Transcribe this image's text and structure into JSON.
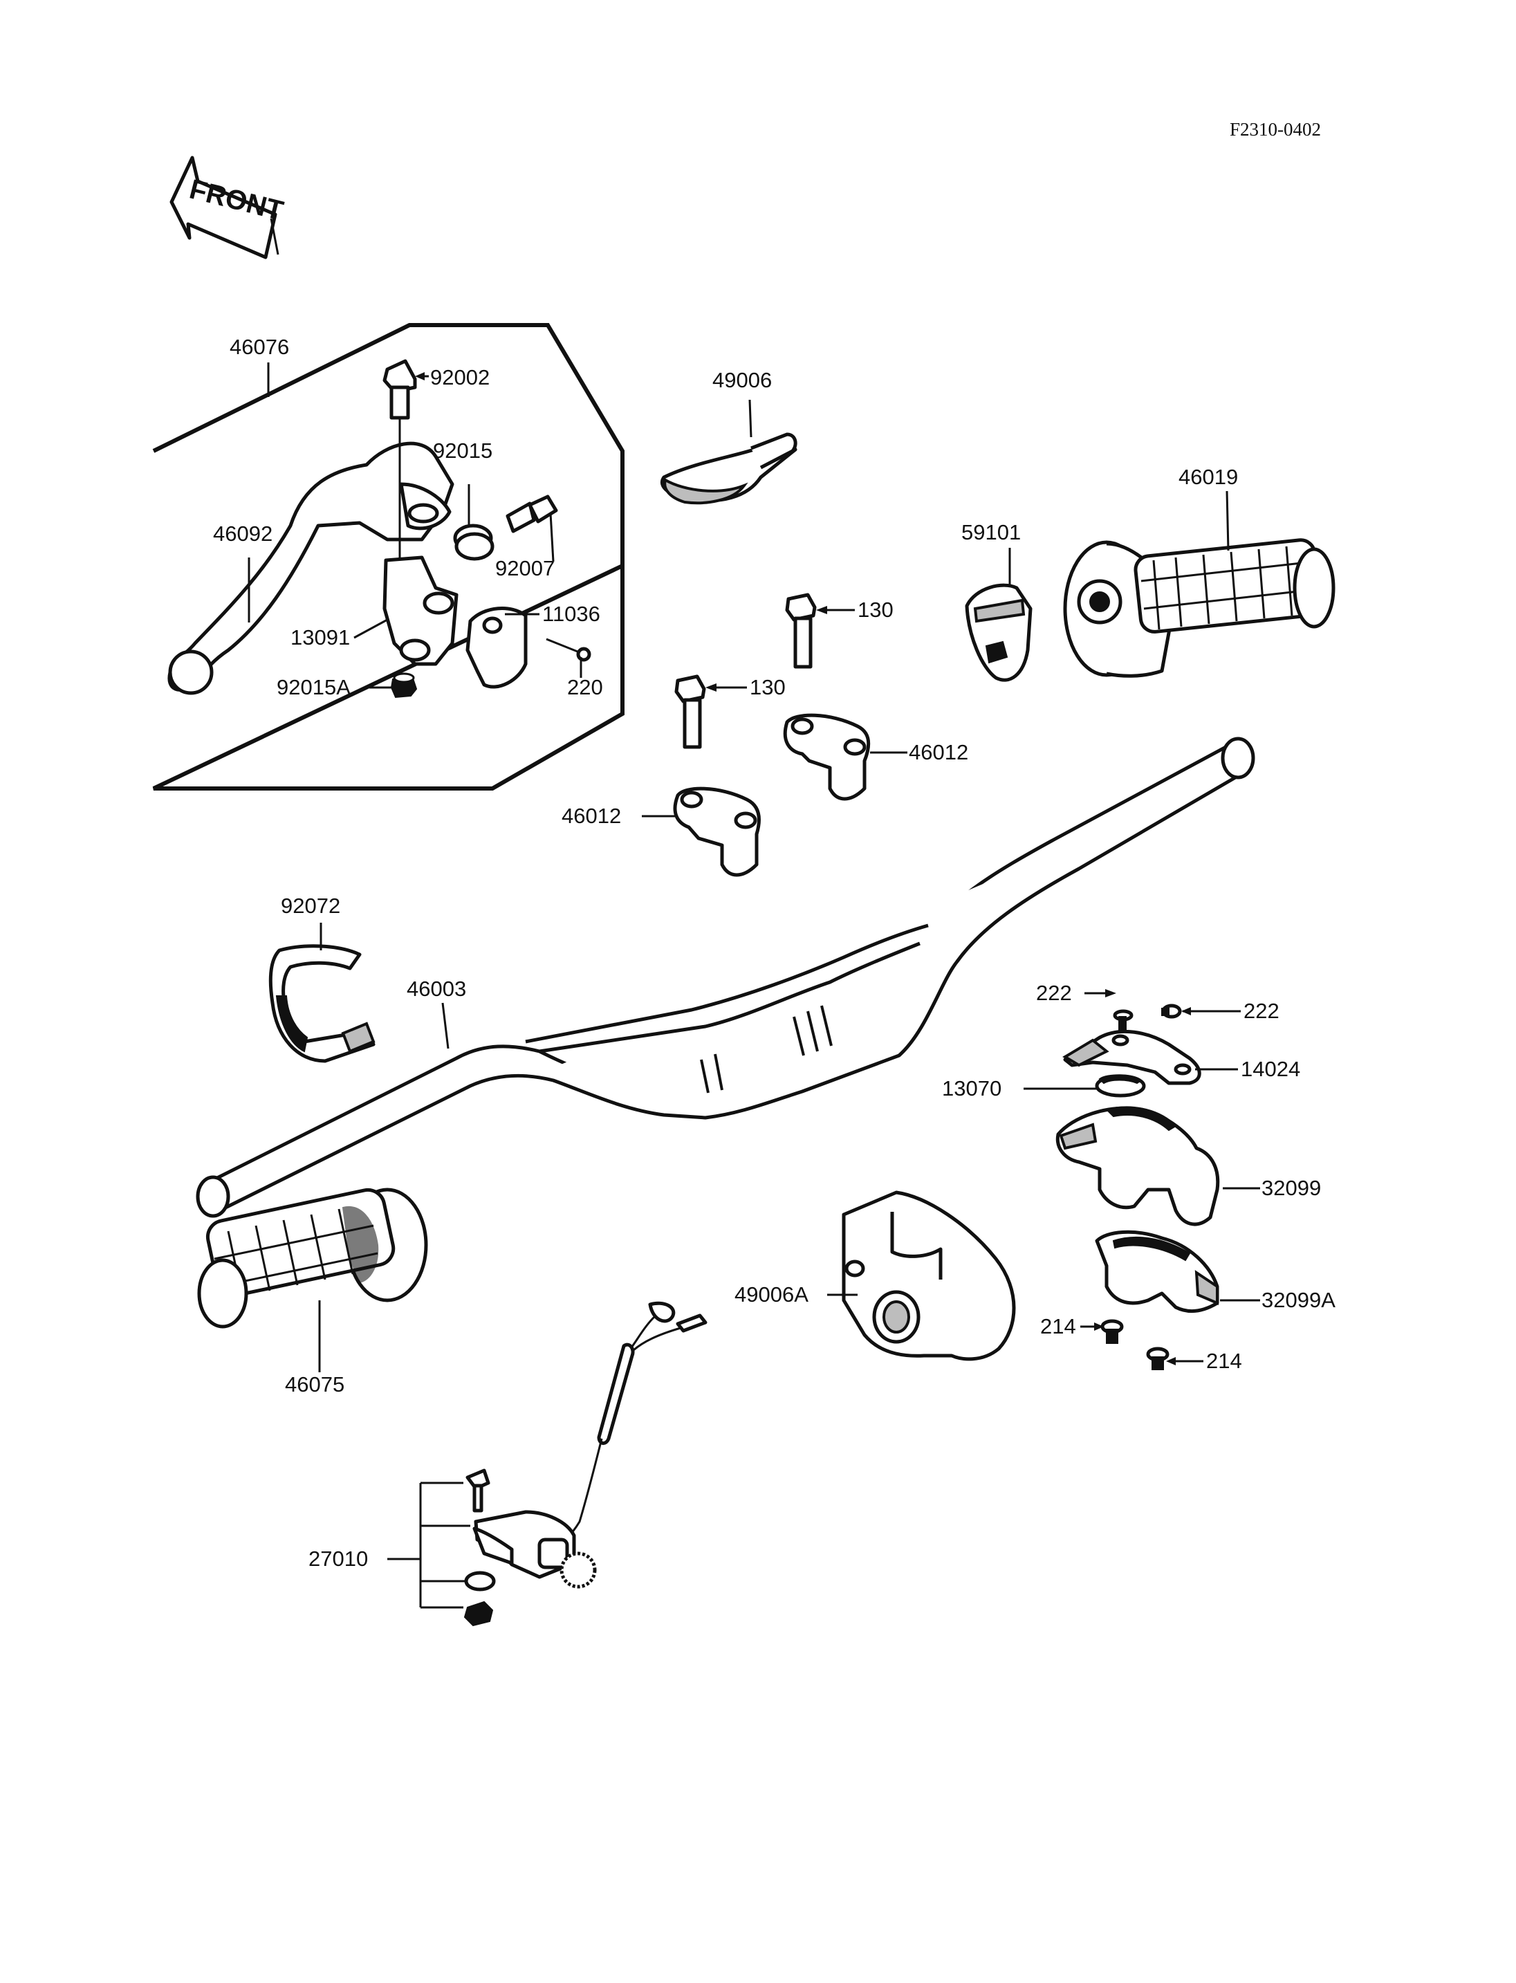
{
  "reference_code": "F2310-0402",
  "direction_label": "FRONT",
  "parts": {
    "p46076": "46076",
    "p92002": "92002",
    "p92015": "92015",
    "p92007": "92007",
    "p46092": "46092",
    "p13091": "13091",
    "p11036": "11036",
    "p92015a": "92015A",
    "p220": "220",
    "p49006": "49006",
    "p46019": "46019",
    "p59101": "59101",
    "p130a": "130",
    "p130b": "130",
    "p46012a": "46012",
    "p46012b": "46012",
    "p92072": "92072",
    "p46003": "46003",
    "p222a": "222",
    "p222b": "222",
    "p14024": "14024",
    "p13070": "13070",
    "p32099": "32099",
    "p32099a": "32099A",
    "p49006a": "49006A",
    "p214a": "214",
    "p214b": "214",
    "p46075": "46075",
    "p27010": "27010"
  }
}
